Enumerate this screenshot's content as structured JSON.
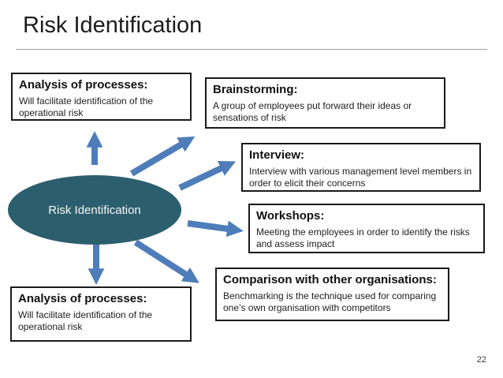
{
  "slide": {
    "title": "Risk Identification",
    "page_number": "22"
  },
  "center": {
    "label": "Risk Identification"
  },
  "boxes": [
    {
      "id": "analysis-of-processes-top",
      "heading": "Analysis of processes:",
      "body": "Will facilitate identification of the operational risk"
    },
    {
      "id": "brainstorming",
      "heading": "Brainstorming:",
      "body": "A group of employees put forward their ideas or sensations of risk"
    },
    {
      "id": "interview",
      "heading": "Interview:",
      "body": "Interview with various management level members in order to elicit their concerns"
    },
    {
      "id": "workshops",
      "heading": "Workshops:",
      "body": "Meeting the employees in order to identify the risks and assess impact"
    },
    {
      "id": "comparison-with-other-organisations",
      "heading": "Comparison with other organisations:",
      "body": "Benchmarking is the technique used for comparing one’s own organisation with competitors"
    },
    {
      "id": "analysis-of-processes-bottom",
      "heading": "Analysis of processes:",
      "body": "Will facilitate identification of the operational risk"
    }
  ],
  "connections": [
    {
      "from": "risk-identification",
      "to": "analysis-of-processes-top"
    },
    {
      "from": "risk-identification",
      "to": "brainstorming"
    },
    {
      "from": "risk-identification",
      "to": "interview"
    },
    {
      "from": "risk-identification",
      "to": "workshops"
    },
    {
      "from": "risk-identification",
      "to": "comparison-with-other-organisations"
    },
    {
      "from": "risk-identification",
      "to": "analysis-of-processes-bottom"
    }
  ],
  "colors": {
    "ellipse_fill": "#2C5F6D",
    "ellipse_text": "#F4F7F8",
    "arrow": "#4E7DBA",
    "box_border": "#1A1A1A",
    "title_text": "#1C1C1C",
    "divider": "#9D9D9D"
  }
}
